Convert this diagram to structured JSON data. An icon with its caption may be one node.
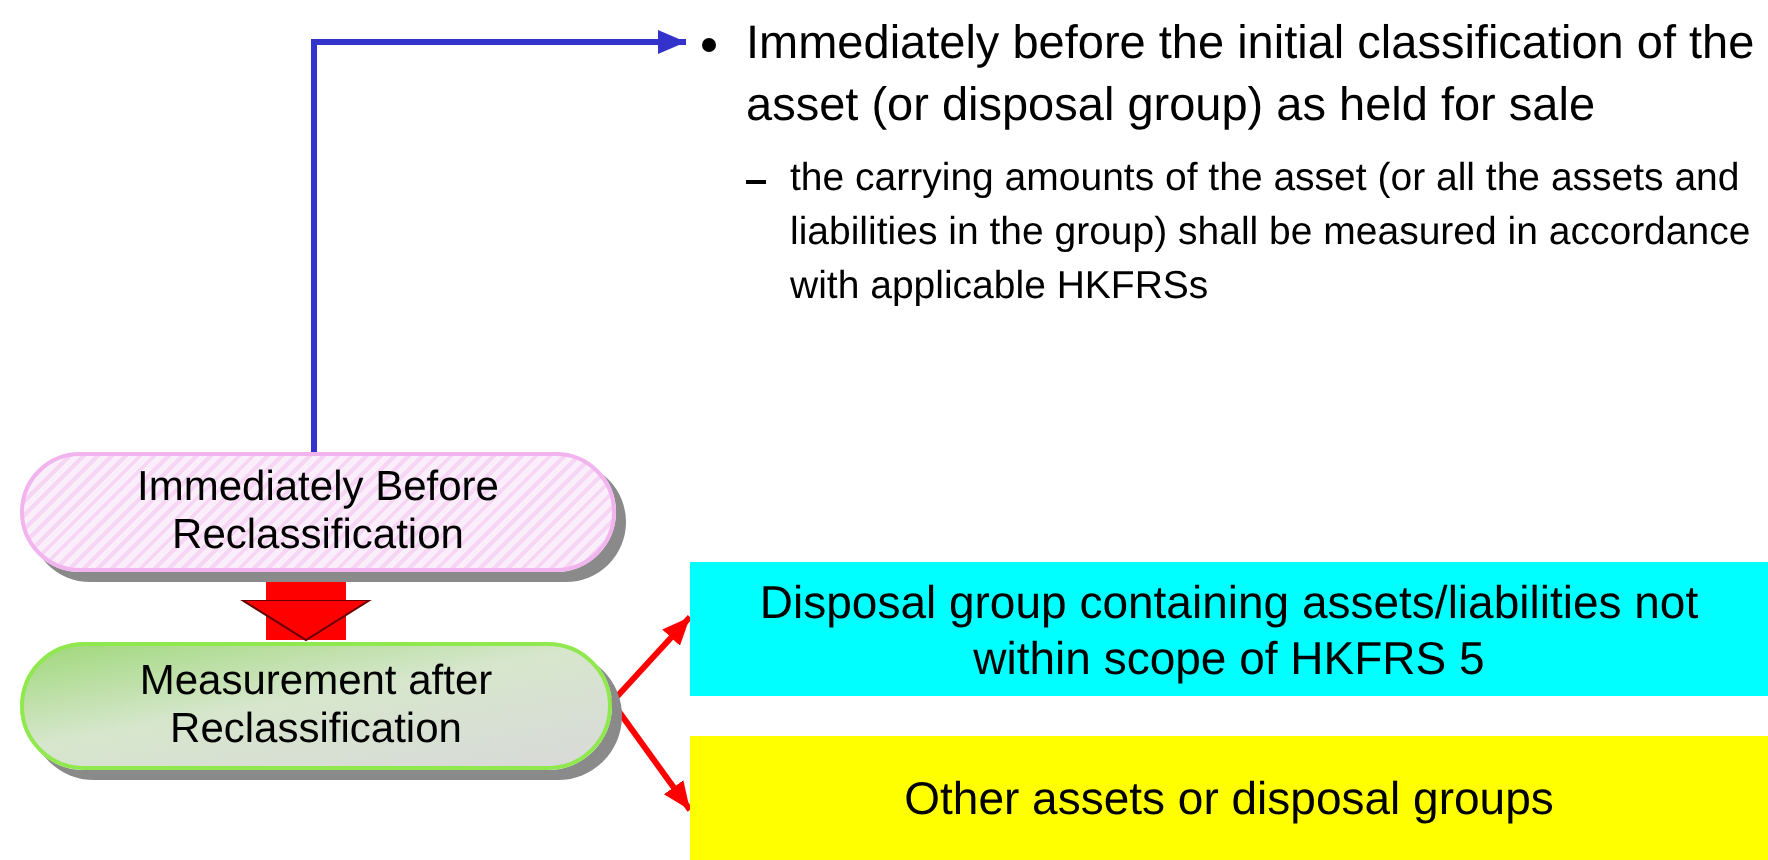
{
  "diagram": {
    "nodes": [
      {
        "text": [
          "Immediately Before Reclassification"
        ]
      },
      {
        "text": [
          "Measurement after Reclassification"
        ]
      },
      {
        "text": [
          "Disposal group containing assets/liabilities not within scope of HKFRS 5"
        ]
      },
      {
        "text": [
          "Other assets or disposal groups"
        ]
      },
      {
        "text": [
          "Immediately before the initial classification of the asset (or disposal group) as held for sale",
          "the carrying amounts of the asset (or all the assets and liabilities in the group) shall be measured in accordance with applicable HKFRSs"
        ]
      }
    ],
    "edges": [
      {
        "from": 0,
        "to": 4,
        "arrow": "to",
        "color": "#3333cc"
      },
      {
        "from": 0,
        "to": 1,
        "arrow": "to",
        "style": "thick"
      },
      {
        "from": 1,
        "to": 2,
        "arrow": "to"
      },
      {
        "from": 1,
        "to": 3,
        "arrow": "to"
      }
    ]
  }
}
